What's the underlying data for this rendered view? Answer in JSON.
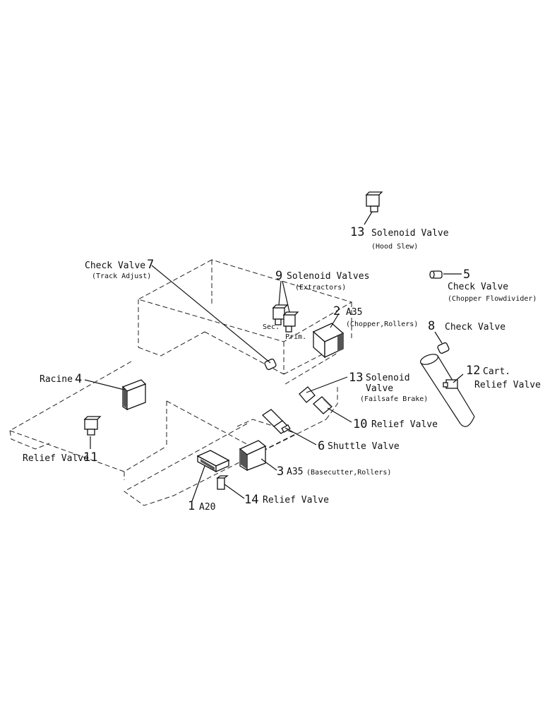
{
  "callouts": {
    "c13_top": {
      "num": "13",
      "text": "Solenoid Valve",
      "sub": "(Hood Slew)"
    },
    "c7": {
      "num": "7",
      "text": "Check Valve",
      "sub": "(Track Adjust)"
    },
    "c9": {
      "num": "9",
      "text": "Solenoid Valves",
      "sub": "(Extractors)",
      "sec": "Sec.",
      "prim": "Prim."
    },
    "c5": {
      "num": "5",
      "text": "Check Valve",
      "sub": "(Chopper Flowdivider)"
    },
    "c2": {
      "num": "2",
      "text": "A35",
      "sub": "(Chopper,Rollers)"
    },
    "c8": {
      "num": "8",
      "text": "Check Valve"
    },
    "c13_mid": {
      "num": "13",
      "text": "Solenoid",
      "text2": "Valve",
      "sub": "(Failsafe Brake)"
    },
    "c12": {
      "num": "12",
      "text": "Cart.",
      "text2": "Relief Valve"
    },
    "c4": {
      "num": "4",
      "text": "Racine"
    },
    "c10": {
      "num": "10",
      "text": "Relief Valve"
    },
    "c6": {
      "num": "6",
      "text": "Shuttle Valve"
    },
    "c11": {
      "num": "11",
      "text": "Relief Valve"
    },
    "c3": {
      "num": "3",
      "text": "A35",
      "sub": "(Basecutter,Rollers)"
    },
    "c14": {
      "num": "14",
      "text": "Relief Valve"
    },
    "c1": {
      "num": "1",
      "text": "A20"
    }
  }
}
